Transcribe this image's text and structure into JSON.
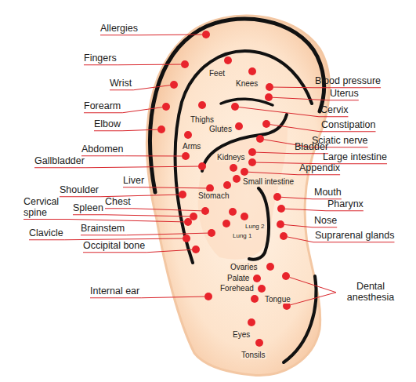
{
  "diagram": {
    "labels": [
      "Allergies",
      "Fingers",
      "Feet",
      "Knees",
      "Blood pressure",
      "Wrist",
      "Uterus",
      "Forearm",
      "Cervix",
      "Thighs",
      "Elbow",
      "Glutes",
      "Constipation",
      "Sciatic nerve",
      "Arms",
      "Abdomen",
      "Bladder",
      "Kidneys",
      "Gallbladder",
      "Large intestine",
      "Appendix",
      "Small intestine",
      "Liver",
      "Shoulder",
      "Stomach",
      "Mouth",
      "Chest",
      "Pharynx",
      "Cervical spine",
      "Spleen",
      "Nose",
      "Lung 2",
      "Brainstem",
      "Clavicle",
      "Lung 1",
      "Suprarenal glands",
      "Occipital bone",
      "Ovaries",
      "Palate",
      "Forehead",
      "Internal ear",
      "Dental anesthesia",
      "Tongue",
      "Eyes",
      "Tonsils"
    ]
  }
}
